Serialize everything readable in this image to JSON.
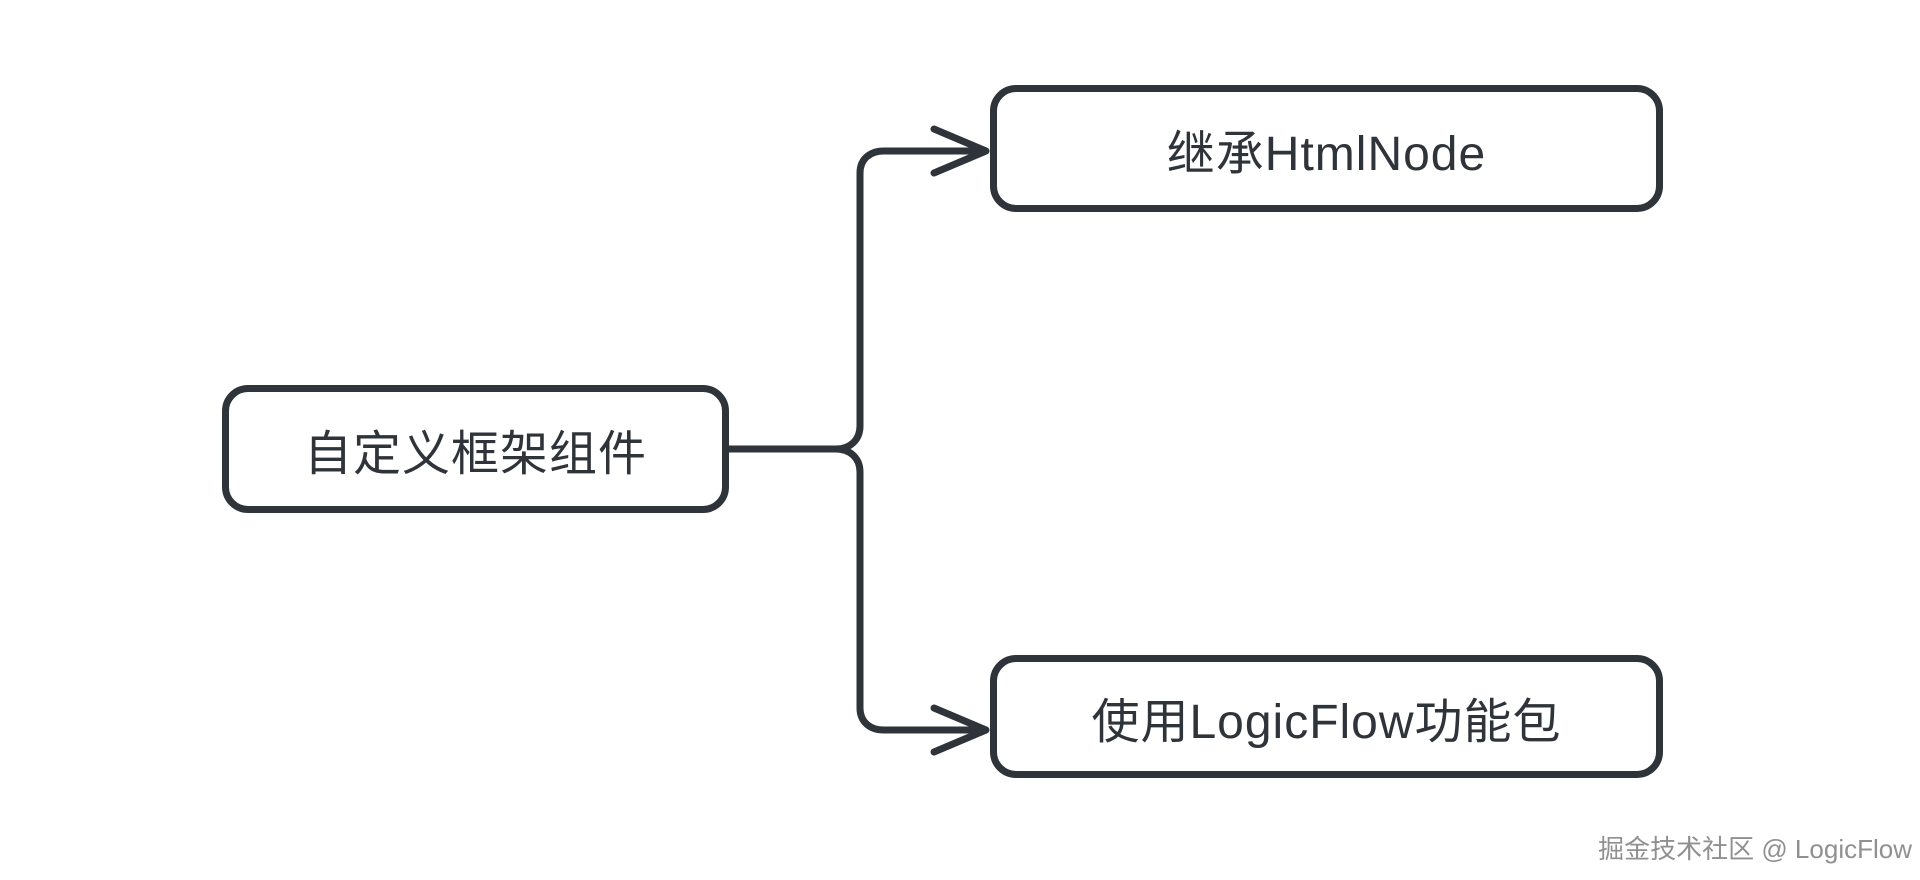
{
  "diagram": {
    "nodes": {
      "root": {
        "label": "自定义框架组件"
      },
      "top": {
        "label": "继承HtmlNode"
      },
      "bottom": {
        "label": "使用LogicFlow功能包"
      }
    },
    "edges": [
      {
        "from": "root",
        "to": "top"
      },
      {
        "from": "root",
        "to": "bottom"
      }
    ],
    "watermark": "掘金技术社区 @ LogicFlow",
    "colors": {
      "stroke": "#2f343a",
      "node_background": "#ffffff",
      "canvas_background": "#ffffff",
      "watermark": "#909090"
    }
  }
}
